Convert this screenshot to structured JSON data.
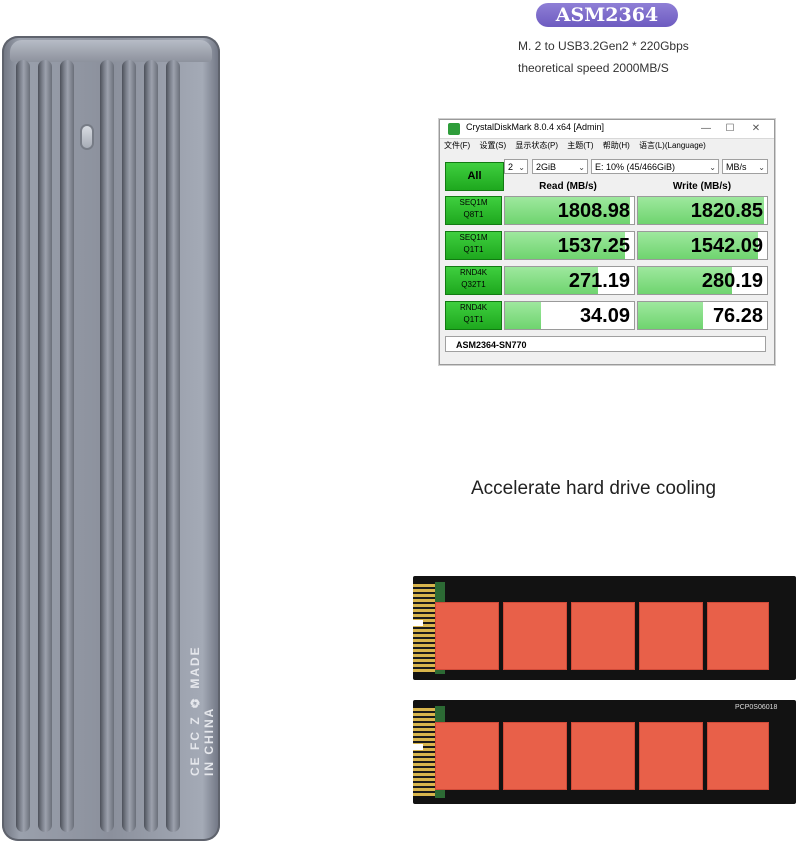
{
  "chip_badge": "ASM2364",
  "spec_lines": [
    "M. 2 to USB3.2Gen2 * 220Gbps",
    "theoretical speed 2000MB/S"
  ],
  "enclosure_marks": "CE FC Z ♻ MADE IN CHINA",
  "cdm": {
    "title": "CrystalDiskMark 8.0.4 x64 [Admin]",
    "window_buttons": [
      "—",
      "☐",
      "✕"
    ],
    "menu": [
      "文件(F)",
      "设置(S)",
      "显示状态(P)",
      "主题(T)",
      "帮助(H)",
      "语言(L)(Language)"
    ],
    "controls": {
      "count": "2",
      "size": "2GiB",
      "drive": "E: 10% (45/466GiB)",
      "unit": "MB/s"
    },
    "all_label": "All",
    "read_header": "Read (MB/s)",
    "write_header": "Write (MB/s)",
    "rows": [
      {
        "l1": "SEQ1M",
        "l2": "Q8T1",
        "read": "1808.98",
        "write": "1820.85",
        "read_fill": 0.97,
        "write_fill": 0.98
      },
      {
        "l1": "SEQ1M",
        "l2": "Q1T1",
        "read": "1537.25",
        "write": "1542.09",
        "read_fill": 0.93,
        "write_fill": 0.93
      },
      {
        "l1": "RND4K",
        "l2": "Q32T1",
        "read": "271.19",
        "write": "280.19",
        "read_fill": 0.72,
        "write_fill": 0.73
      },
      {
        "l1": "RND4K",
        "l2": "Q1T1",
        "read": "34.09",
        "write": "76.28",
        "read_fill": 0.28,
        "write_fill": 0.5
      }
    ],
    "footer": "ASM2364-SN770"
  },
  "cooling_caption": "Accelerate hard drive cooling",
  "ssd_top_label": "",
  "ssd_bottom_label": "PCP0S06018",
  "colors": {
    "badge": "#7a68c9",
    "cdm_green": "#2dbf2d",
    "thermal_pad": "#e86049"
  }
}
